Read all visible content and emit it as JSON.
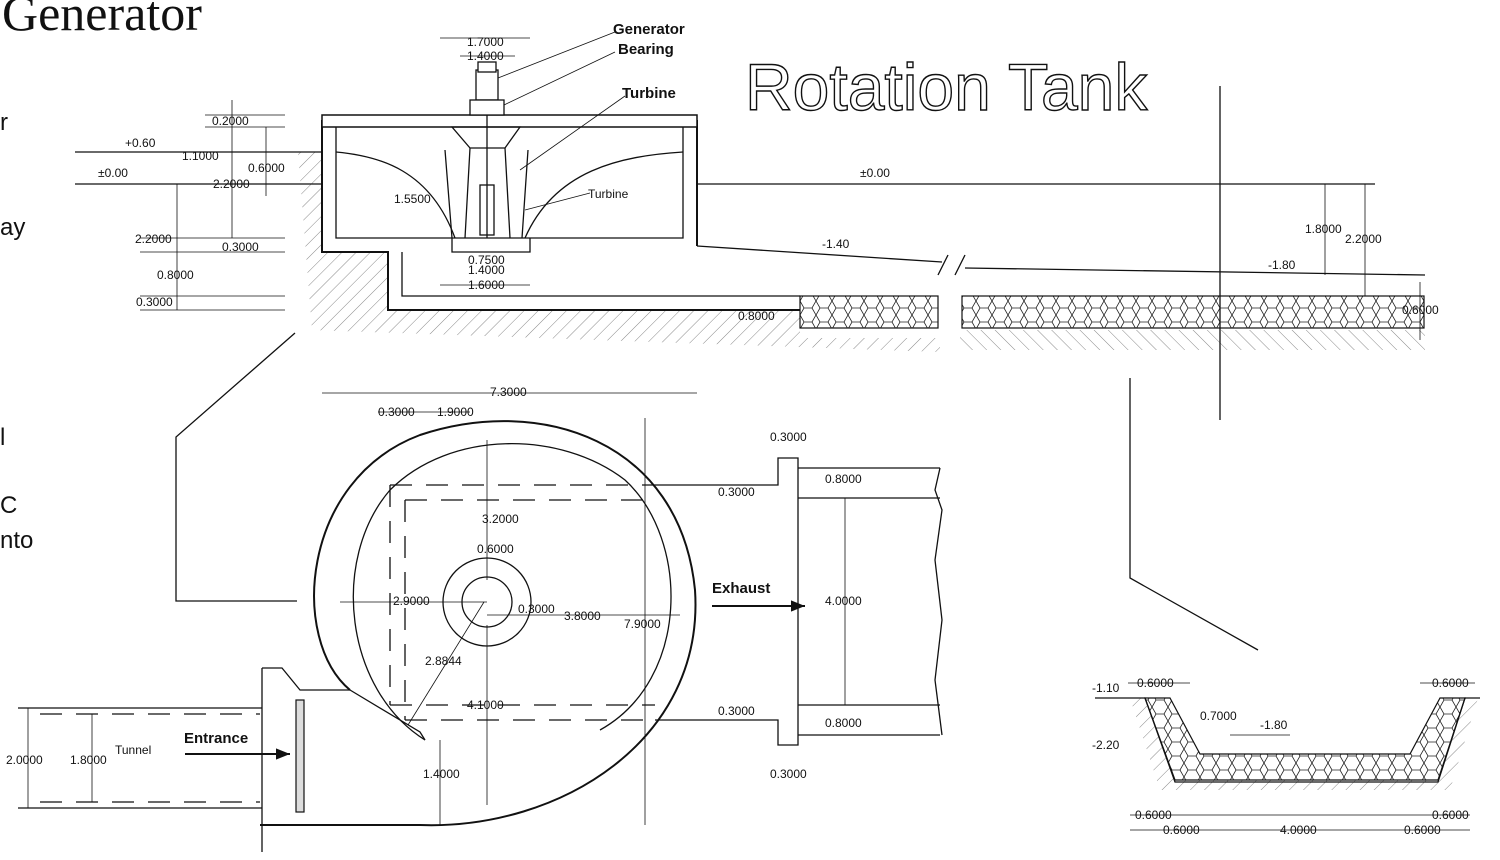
{
  "title": "Generator",
  "rotation_title": "Rotation Tank",
  "side_fragments": [
    "r",
    "ay",
    "l",
    "C",
    "nto"
  ],
  "components": {
    "generator_bearing_1": "Generator",
    "generator_bearing_2": "Bearing",
    "turbine_top": "Turbine",
    "turbine_side": "Turbine",
    "exhaust": "Exhaust",
    "entrance": "Entrance",
    "tunnel": "Tunnel"
  },
  "levels": {
    "plus060": "+0.60",
    "zero_left": "±0.00",
    "zero_right": "±0.00",
    "m140": "-1.40",
    "m180_right": "-1.80",
    "m110": "-1.10",
    "m220": "-2.20",
    "m180_section": "-1.80"
  },
  "dims_section": {
    "d17": "1.7000",
    "d14": "1.4000",
    "d02": "0.2000",
    "d11": "1.1000",
    "d06": "0.6000",
    "d22a": "2.2000",
    "d155": "1.5500",
    "d22b": "2.2000",
    "d03a": "0.3000",
    "d08": "0.8000",
    "d03b": "0.3000",
    "d075": "0.7500",
    "d14b": "1.4000",
    "d16": "1.6000",
    "d08b": "0.8000",
    "d18": "1.8000",
    "d22c": "2.2000",
    "d06b": "0.6000"
  },
  "dims_plan": {
    "d73": "7.3000",
    "d03top": "0.3000",
    "d19": "1.9000",
    "d32": "3.2000",
    "d06c": "0.6000",
    "d29": "2.9000",
    "d03c": "0.3000",
    "d38": "3.8000",
    "d79": "7.9000",
    "d28844": "2.8844",
    "d41": "4.1000",
    "d14c": "1.4000",
    "d03e1": "0.3000",
    "d08e1": "0.8000",
    "d03e2": "0.3000",
    "d08e2": "0.8000",
    "d03e3": "0.3000",
    "d40": "4.0000",
    "d03e4": "0.3000",
    "d20": "2.0000",
    "d18b": "1.8000"
  },
  "dims_channel": {
    "c06a": "0.6000",
    "c06b": "0.6000",
    "c07": "0.7000",
    "c06c": "0.6000",
    "c06d": "0.6000",
    "c06e": "0.6000",
    "c40": "4.0000",
    "c06f": "0.6000"
  }
}
